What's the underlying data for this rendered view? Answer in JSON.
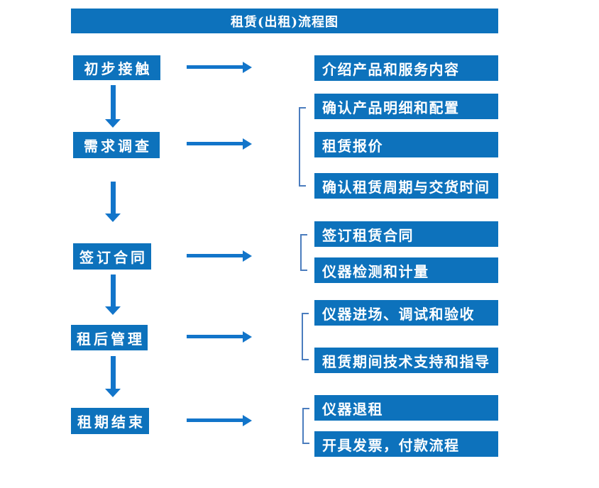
{
  "title": "租赁(出租)流程图",
  "colors": {
    "box_blue": "#0D72BC",
    "arrow_blue": "#1275CA",
    "bracket_blue": "#4B7DBE",
    "text_white": "#FFFFFF"
  },
  "flow": {
    "steps": [
      {
        "label": "初步接触"
      },
      {
        "label": "需求调查"
      },
      {
        "label": "签订合同"
      },
      {
        "label": "租后管理"
      },
      {
        "label": "租期结束"
      }
    ],
    "details": [
      {
        "label": "介绍产品和服务内容"
      },
      {
        "label": "确认产品明细和配置"
      },
      {
        "label": "租赁报价"
      },
      {
        "label": "确认租赁周期与交货时间"
      },
      {
        "label": "签订租赁合同"
      },
      {
        "label": "仪器检测和计量"
      },
      {
        "label": "仪器进场、调试和验收"
      },
      {
        "label": "租赁期间技术支持和指导"
      },
      {
        "label": "仪器退租"
      },
      {
        "label": "开具发票，付款流程"
      }
    ]
  }
}
